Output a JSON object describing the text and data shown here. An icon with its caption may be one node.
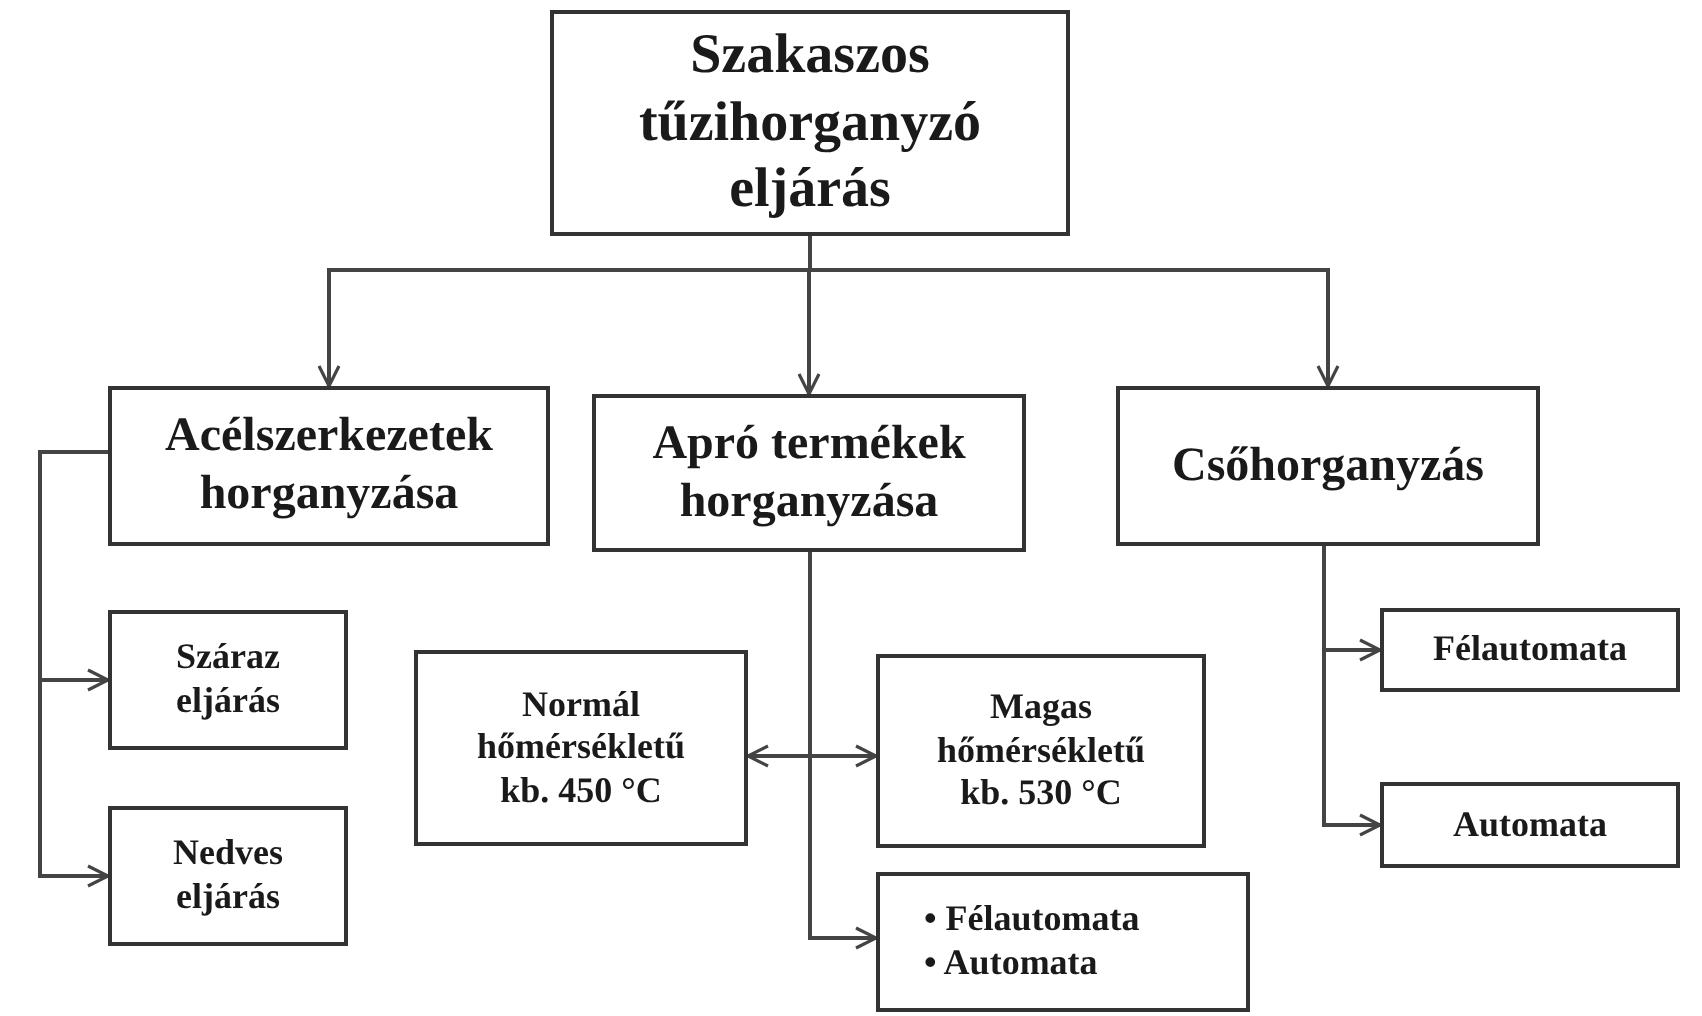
{
  "diagram": {
    "nodes": [
      {
        "text": [
          "Szakaszos tűzihorganyzó eljárás"
        ]
      },
      {
        "text": [
          "Acélszerkezetek horganyzása"
        ]
      },
      {
        "text": [
          "Apró termékek horganyzása"
        ]
      },
      {
        "text": [
          "Csőhorganyzás"
        ]
      },
      {
        "text": [
          "Száraz eljárás"
        ]
      },
      {
        "text": [
          "Nedves eljárás"
        ]
      },
      {
        "text": [
          "Normál hőmérsékletű kb. 450 °C"
        ]
      },
      {
        "text": [
          "Magas hőmérsékletű kb. 530 °C"
        ]
      },
      {
        "text": [
          "• Félautomata",
          "• Automata"
        ]
      },
      {
        "text": [
          "Félautomata"
        ]
      },
      {
        "text": [
          "Automata"
        ]
      }
    ],
    "edges": [
      {
        "from": 0,
        "to": 1,
        "arrow": "to"
      },
      {
        "from": 0,
        "to": 2,
        "arrow": "to"
      },
      {
        "from": 0,
        "to": 3,
        "arrow": "to"
      },
      {
        "from": 1,
        "to": 4,
        "arrow": "to"
      },
      {
        "from": 1,
        "to": 5,
        "arrow": "to"
      },
      {
        "from": 2,
        "to": 6,
        "arrow": "to"
      },
      {
        "from": 2,
        "to": 7,
        "arrow": "to"
      },
      {
        "from": 2,
        "to": 8,
        "arrow": "to"
      },
      {
        "from": 3,
        "to": 9,
        "arrow": "to"
      },
      {
        "from": 3,
        "to": 10,
        "arrow": "to"
      }
    ]
  }
}
